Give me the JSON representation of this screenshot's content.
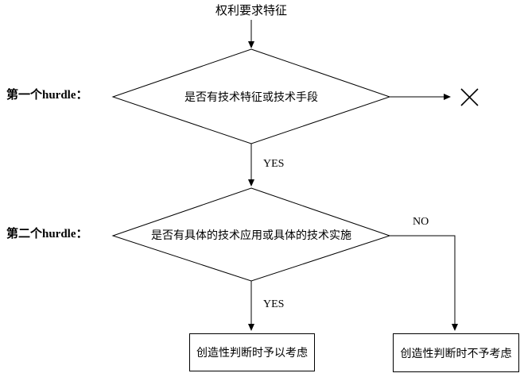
{
  "diagram": {
    "start_label": "权利要求特征",
    "hurdle1_label": "第一个hurdle：",
    "hurdle2_label": "第二个hurdle：",
    "decision1_text": "是否有技术特征或技术手段",
    "decision2_text": "是否有具体的技术应用或具体的技术实施",
    "yes_label_1": "YES",
    "yes_label_2": "YES",
    "no_label": "NO",
    "box_considered": "创造性判断时予以考虑",
    "box_not_considered": "创造性判断时不予考虑",
    "x_mark_icon": "x-mark",
    "colors": {
      "line": "#000000",
      "background": "#ffffff",
      "text": "#000000"
    }
  }
}
